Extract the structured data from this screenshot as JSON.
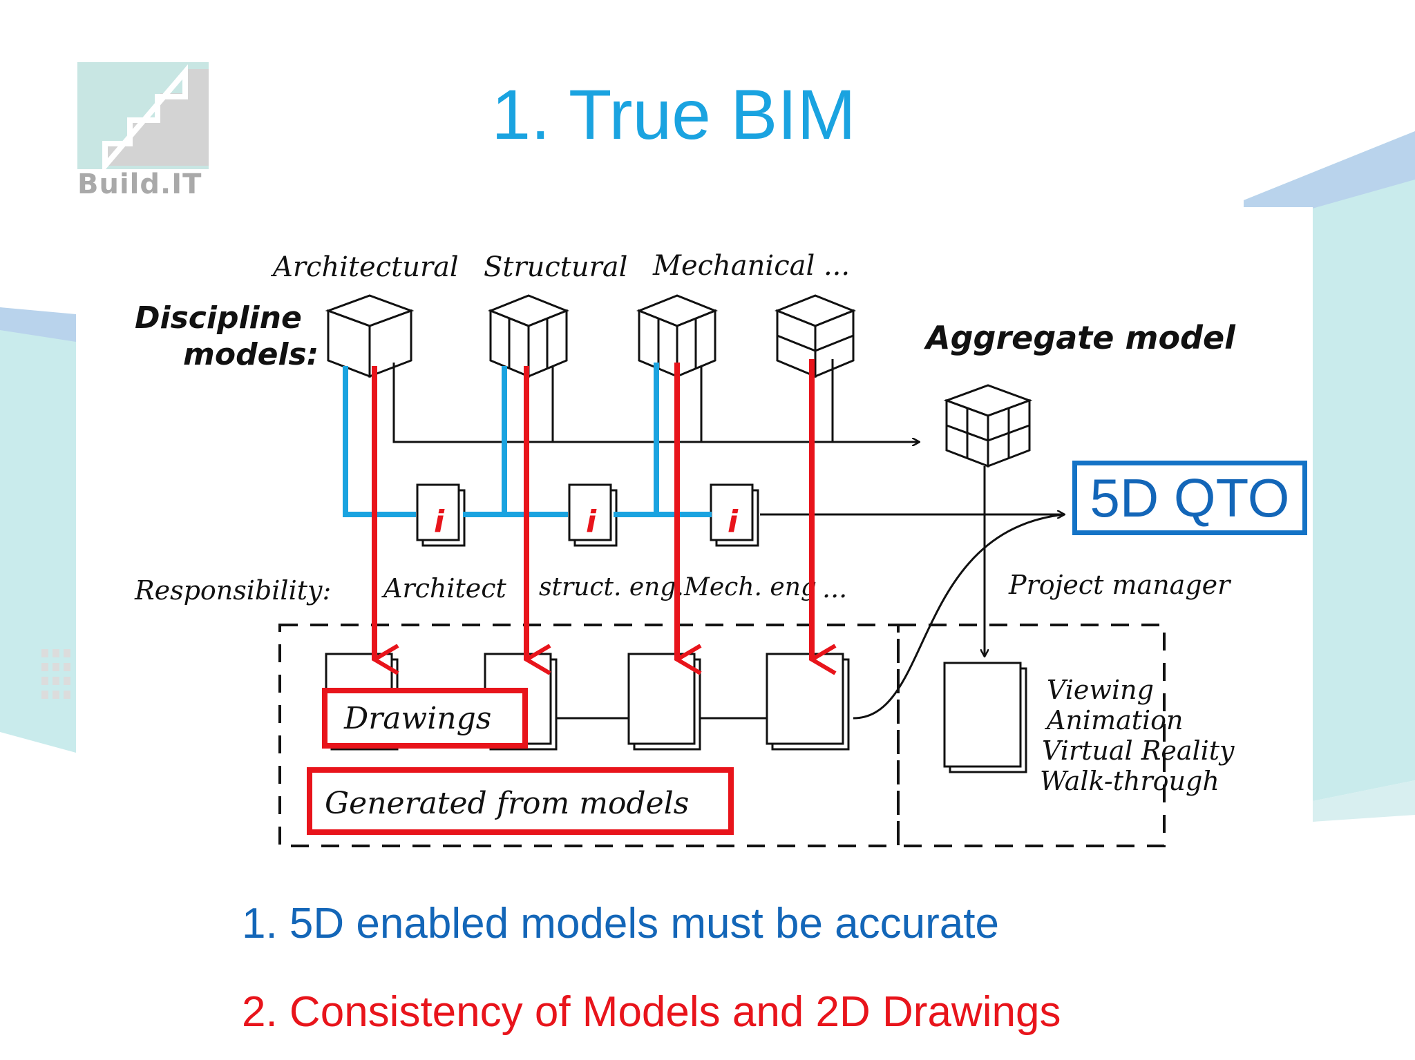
{
  "slide": {
    "logo_text": "Build.IT",
    "title": "1. True BIM"
  },
  "diagram": {
    "disciplines": [
      "Architectural",
      "Structural",
      "Mechanical ..."
    ],
    "discipline_models_label": [
      "Discipline",
      "models:"
    ],
    "aggregate_label": "Aggregate model",
    "info_marker": "i",
    "responsibility_label": "Responsibility:",
    "roles": [
      "Architect",
      "struct. eng.",
      "Mech. eng",
      "..."
    ],
    "project_manager": "Project manager",
    "drawings_label": "Drawings",
    "generated_label": "Generated from models",
    "uses": [
      "Viewing",
      "Animation",
      "Virtual Reality",
      "Walk-through"
    ],
    "qto_label": "5D QTO"
  },
  "bullets": [
    "1. 5D enabled models must be accurate",
    "2. Consistency of Models and 2D Drawings"
  ],
  "colors": {
    "title": "#1aa3e0",
    "highlight_red": "#e8141b",
    "highlight_blue": "#1aa3e0",
    "qto_blue": "#1366b8",
    "bg_teal": "#c5e9ea"
  }
}
